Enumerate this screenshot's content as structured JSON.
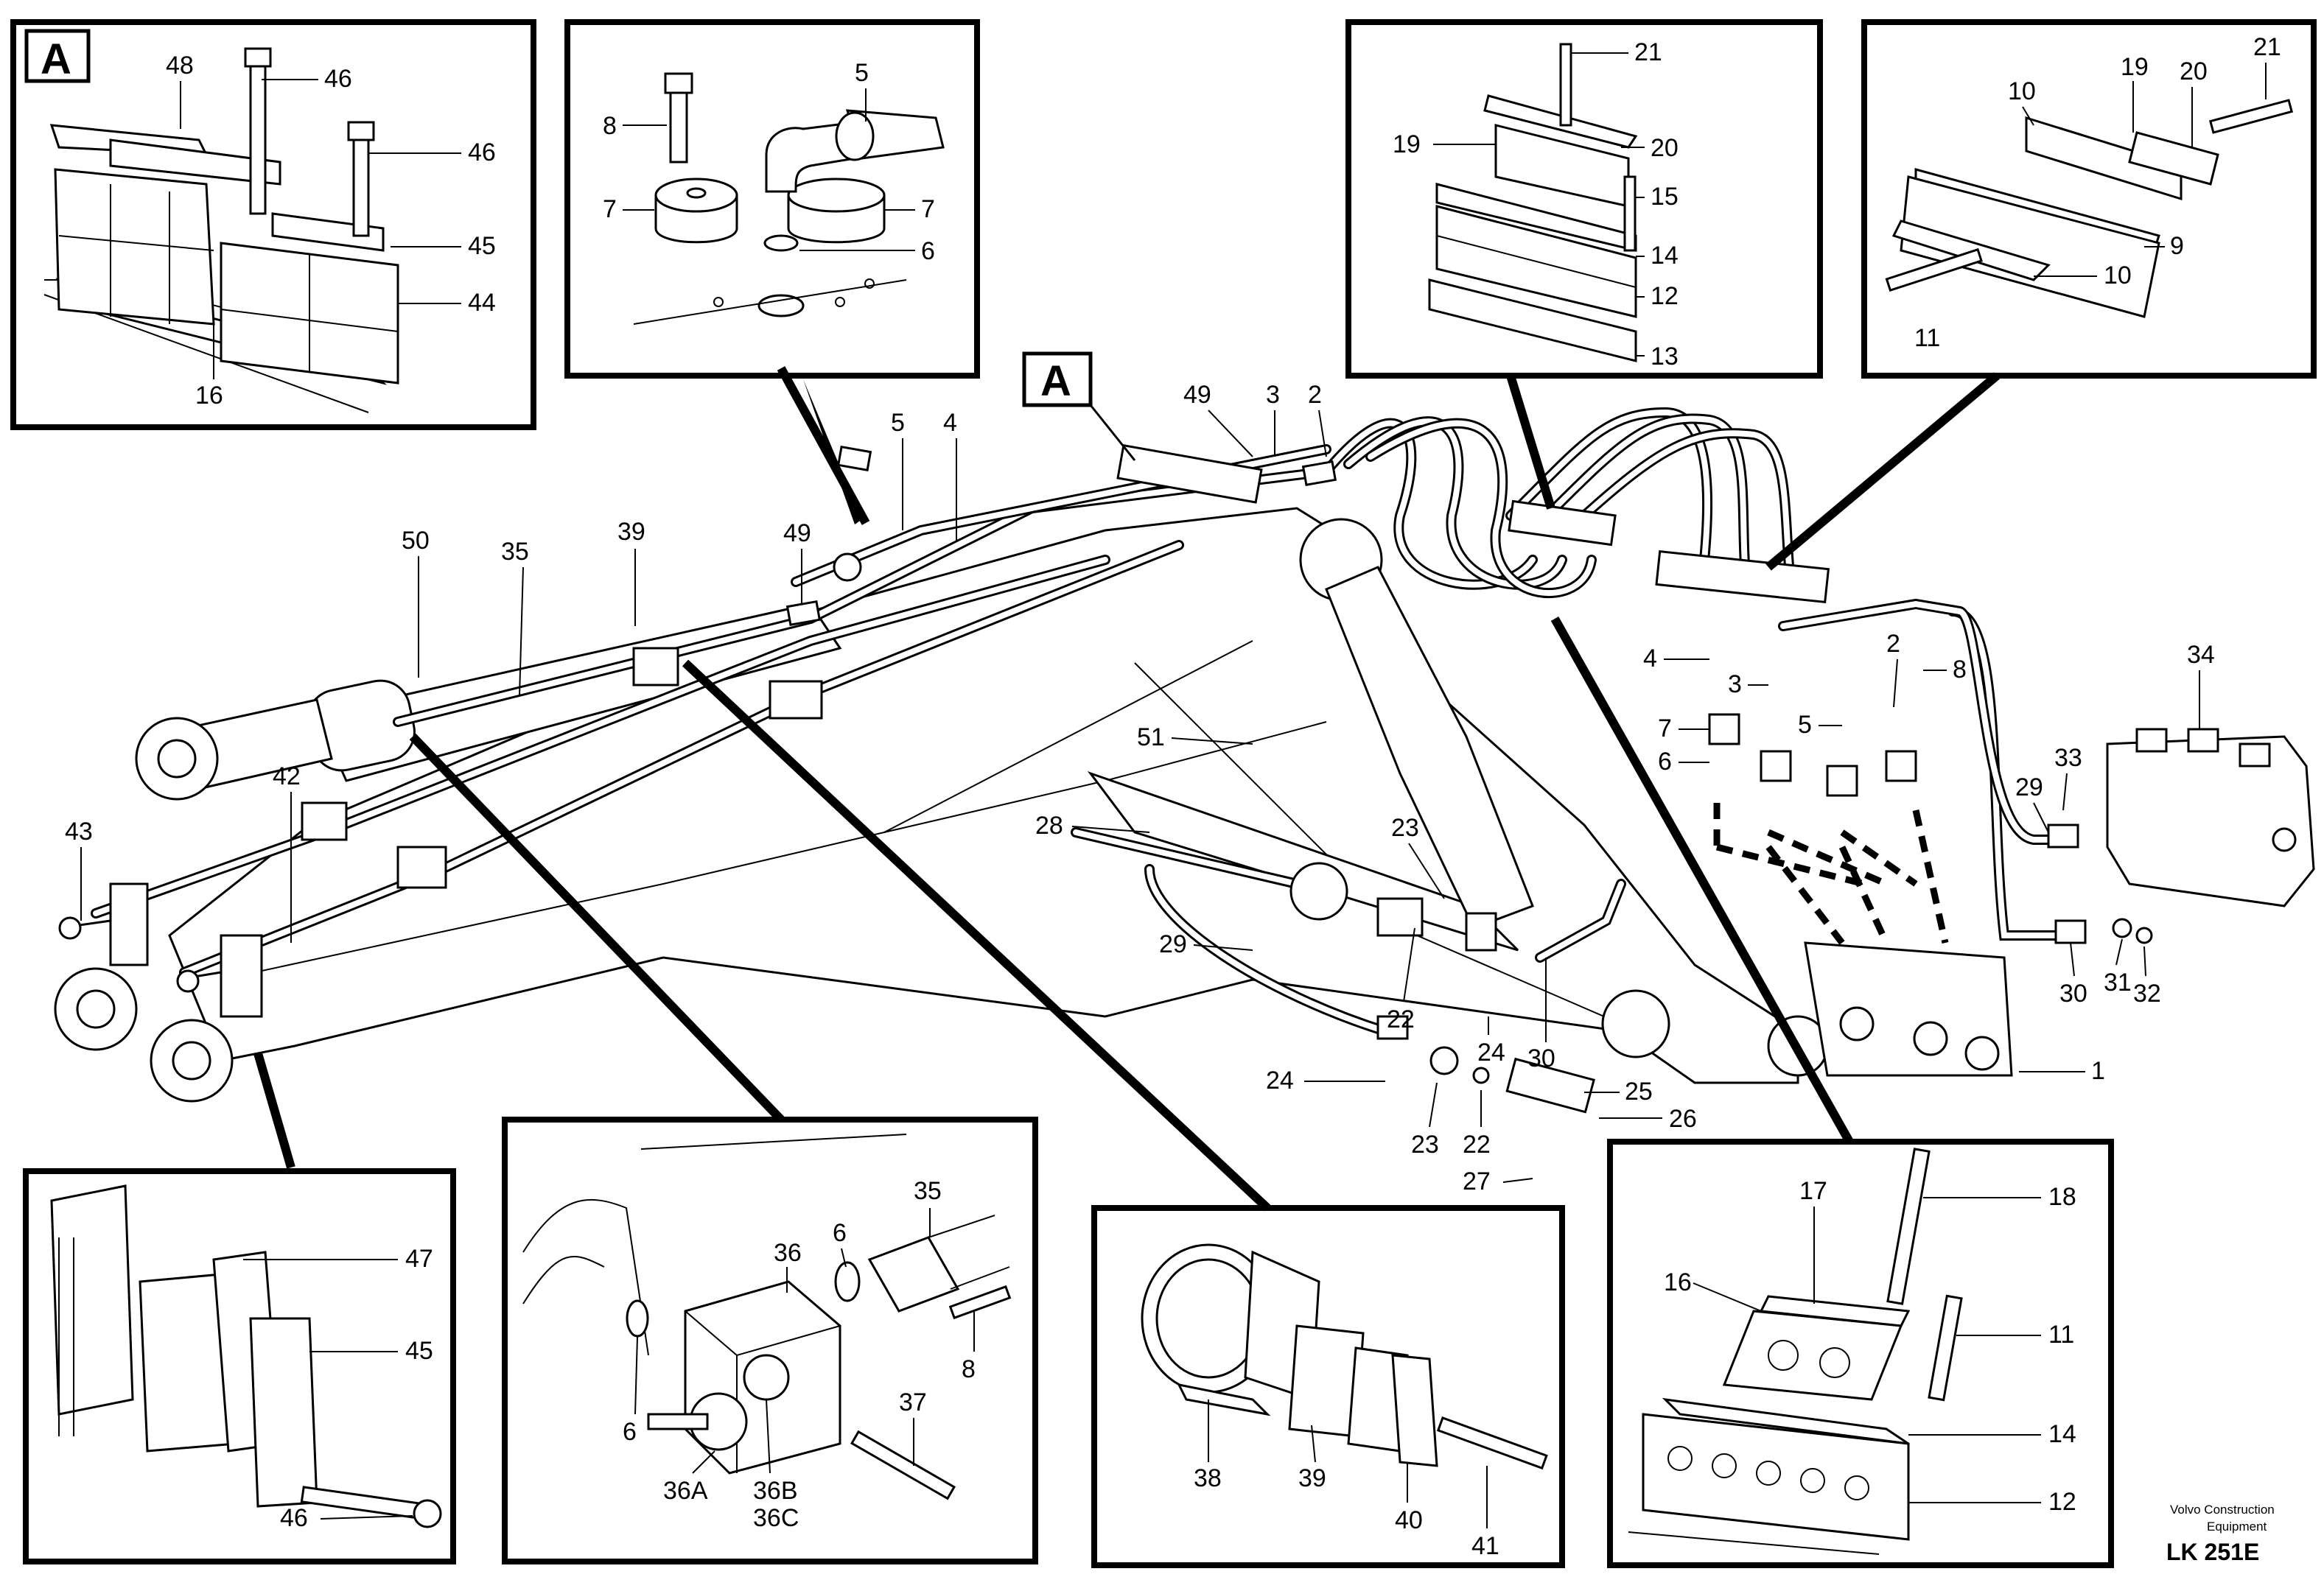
{
  "diagram": {
    "inset_marker": "A",
    "credit_line1": "Volvo Construction",
    "credit_line2": "Equipment",
    "code": "LK 251E",
    "labels": {
      "p1": "1",
      "p2a": "2",
      "p2b": "2",
      "p3a": "3",
      "p3b": "3",
      "p4a": "4",
      "p4b": "4",
      "p5a": "5",
      "p5b": "5",
      "p5c": "5",
      "p6a": "6",
      "p6b": "6",
      "p6c": "6",
      "p6d": "6",
      "p7a": "7",
      "p7b": "7",
      "p7c": "7",
      "p8a": "8",
      "p8b": "8",
      "p8c": "8",
      "p9": "9",
      "p10a": "10",
      "p10b": "10",
      "p11a": "11",
      "p11b": "11",
      "p12a": "12",
      "p12b": "12",
      "p13": "13",
      "p14a": "14",
      "p14b": "14",
      "p15": "15",
      "p16a": "16",
      "p16b": "16",
      "p17": "17",
      "p18": "18",
      "p19a": "19",
      "p19b": "19",
      "p20a": "20",
      "p20b": "20",
      "p21a": "21",
      "p21b": "21",
      "p22a": "22",
      "p22b": "22",
      "p23a": "23",
      "p23b": "23",
      "p24a": "24",
      "p24b": "24",
      "p25": "25",
      "p26": "26",
      "p27": "27",
      "p28": "28",
      "p29a": "29",
      "p29b": "29",
      "p30a": "30",
      "p30b": "30",
      "p31": "31",
      "p32": "32",
      "p33": "33",
      "p34": "34",
      "p35a": "35",
      "p35b": "35",
      "p36": "36",
      "p36A": "36A",
      "p36B": "36B",
      "p36C": "36C",
      "p37": "37",
      "p38": "38",
      "p39a": "39",
      "p39b": "39",
      "p40": "40",
      "p41": "41",
      "p42": "42",
      "p43": "43",
      "p44": "44",
      "p45a": "45",
      "p45b": "45",
      "p46a": "46",
      "p46b": "46",
      "p46c": "46",
      "p47": "47",
      "p48": "48",
      "p49a": "49",
      "p49b": "49",
      "p50": "50",
      "p51": "51"
    }
  }
}
